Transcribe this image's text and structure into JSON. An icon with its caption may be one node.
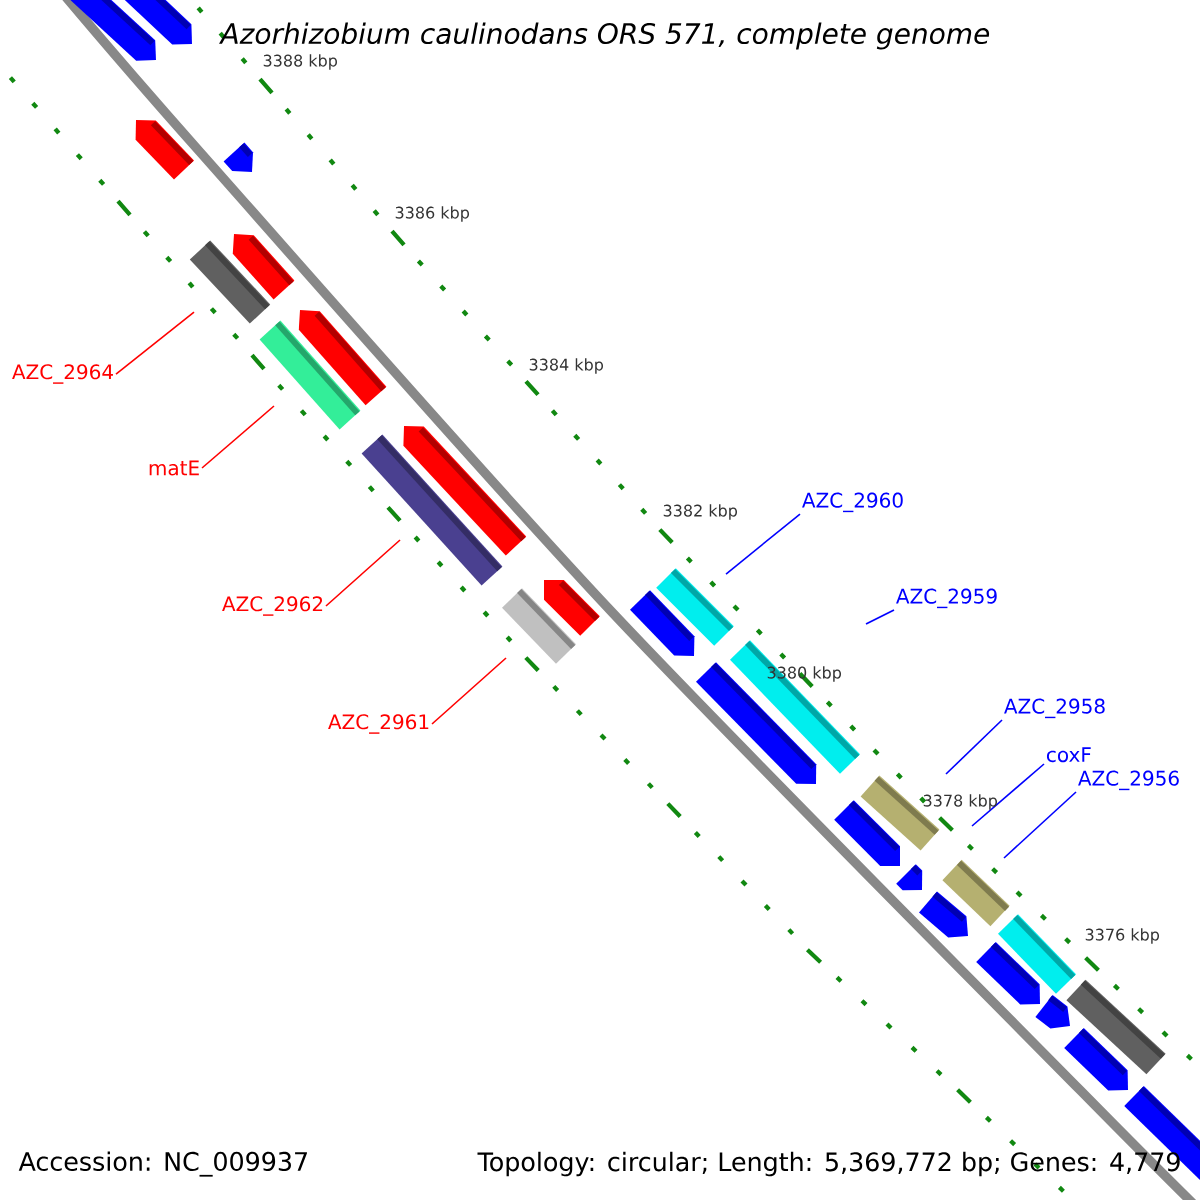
{
  "diagram": {
    "title": "Azorhizobium caulinodans ORS 571, complete genome",
    "nodes": [
      {
        "text": [
          "AZC_2964"
        ]
      },
      {
        "text": [
          "matE"
        ]
      },
      {
        "text": [
          "AZC_2962"
        ]
      },
      {
        "text": [
          "AZC_2961"
        ]
      },
      {
        "text": [
          "AZC_2960"
        ]
      },
      {
        "text": [
          "AZC_2959"
        ]
      },
      {
        "text": [
          "AZC_2958"
        ]
      },
      {
        "text": [
          "coxF"
        ]
      },
      {
        "text": [
          "AZC_2956"
        ]
      }
    ],
    "edges": [
      {
        "from": 0,
        "to": null,
        "arrow": "none",
        "color": "#ff0000"
      },
      {
        "from": 1,
        "to": null,
        "arrow": "none",
        "color": "#ff0000"
      },
      {
        "from": 2,
        "to": null,
        "arrow": "none",
        "color": "#ff0000"
      },
      {
        "from": 3,
        "to": null,
        "arrow": "none",
        "color": "#ff0000"
      },
      {
        "from": 4,
        "to": null,
        "arrow": "none"
      },
      {
        "from": 5,
        "to": null,
        "arrow": "none"
      },
      {
        "from": 6,
        "to": null,
        "arrow": "none"
      },
      {
        "from": 7,
        "to": null,
        "arrow": "none"
      },
      {
        "from": 8,
        "to": null,
        "arrow": "none"
      }
    ],
    "labels": [
      "3388 kbp",
      "3386 kbp",
      "3384 kbp",
      "3382 kbp",
      "3380 kbp",
      "3378 kbp",
      "3376 kbp",
      "Accession: NC_009937",
      "Topology: circular; Length: 5,369,772 bp; Genes: 4,779"
    ]
  }
}
